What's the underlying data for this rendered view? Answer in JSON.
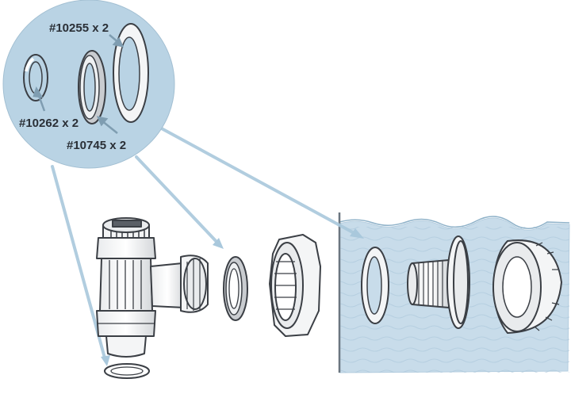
{
  "labels": {
    "part_a": "#10255 x 2",
    "part_b": "#10262 x 2",
    "part_c": "#10745 x 2"
  },
  "colors": {
    "zoom_bubble": "#b9d3e4",
    "water": "#c8dcea",
    "leader_line": "#a9c8dc",
    "outline": "#3b3f45",
    "part_fill": "#f4f5f6",
    "shadow": "#c9ccd0"
  }
}
